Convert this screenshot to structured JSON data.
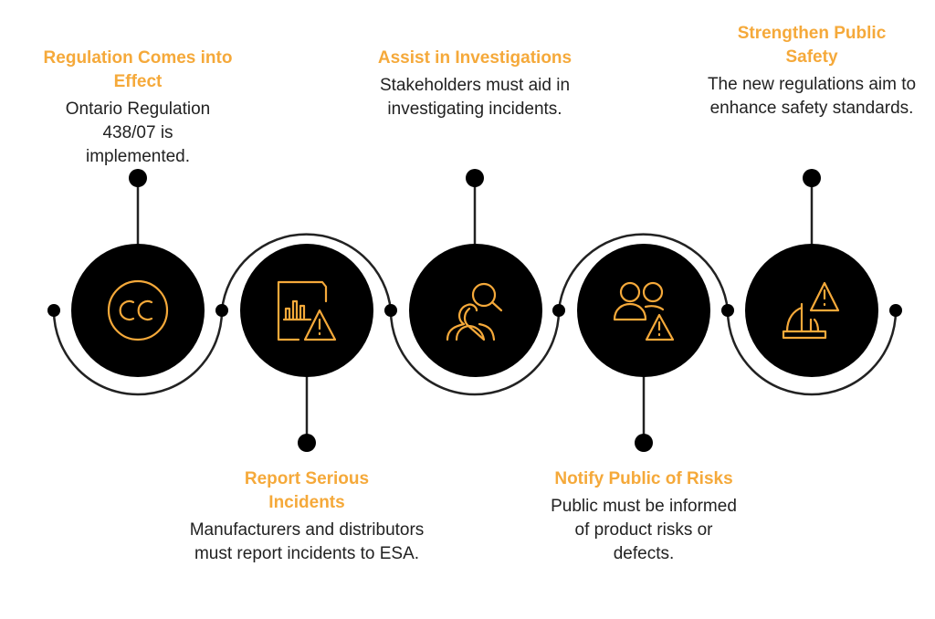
{
  "colors": {
    "accent": "#F5A93A",
    "circle": "#000000",
    "line": "#222222"
  },
  "steps": [
    {
      "title": "Regulation Comes into Effect",
      "desc": "Ontario Regulation 438/07 is implemented.",
      "icon": "creative-commons-icon"
    },
    {
      "title": "Report Serious Incidents",
      "desc": "Manufacturers and distributors must report incidents to ESA.",
      "icon": "report-warning-icon"
    },
    {
      "title": "Assist in Investigations",
      "desc": "Stakeholders must aid in investigating incidents.",
      "icon": "people-search-icon"
    },
    {
      "title": "Notify Public of Risks",
      "desc": "Public must be informed of product risks or defects.",
      "icon": "people-warning-icon"
    },
    {
      "title": "Strengthen Public Safety",
      "desc": "The new regulations aim to enhance safety standards.",
      "icon": "hardhat-warning-icon"
    }
  ]
}
